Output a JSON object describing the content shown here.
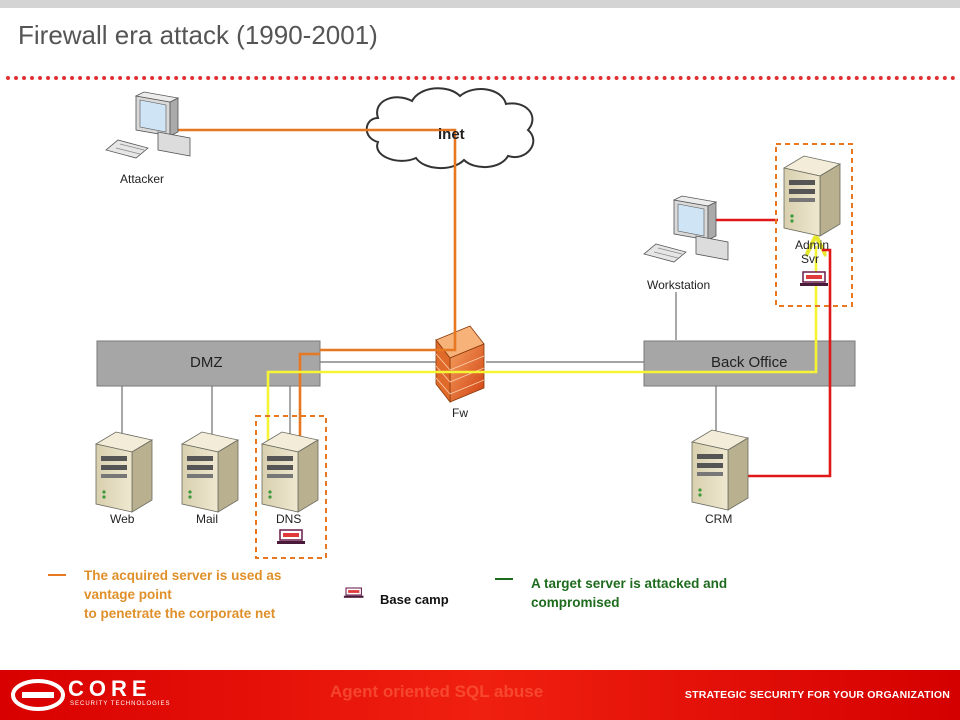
{
  "title": "Firewall era attack (1990-2001)",
  "cloud_label": "inet",
  "nodes": {
    "attacker": "Attacker",
    "workstation": "Workstation",
    "admin_svr_line1": "Admin",
    "admin_svr_line2": "Svr",
    "firewall": "Fw",
    "web": "Web",
    "mail": "Mail",
    "dns": "DNS",
    "crm": "CRM"
  },
  "segments": {
    "dmz": "DMZ",
    "back_office": "Back Office"
  },
  "legend": {
    "orange_line1": "The acquired server is used as",
    "orange_line2": "vantage point",
    "orange_line3": "to penetrate the corporate net",
    "base_camp": "Base camp",
    "green_line1": "A target server is attacked and",
    "green_line2": "compromised"
  },
  "footer": {
    "logo_text": "CORE",
    "logo_subtext": "SECURITY TECHNOLOGIES",
    "subtitle": "Agent oriented SQL abuse",
    "tagline": "STRATEGIC SECURITY FOR YOUR ORGANIZATION"
  },
  "colors": {
    "orange": "#e87722",
    "yellow": "#f5f536",
    "red": "#e01818",
    "green_text": "#1e6b1e",
    "orange_text": "#e0902a",
    "segment_bar": "#a6a6a6"
  }
}
